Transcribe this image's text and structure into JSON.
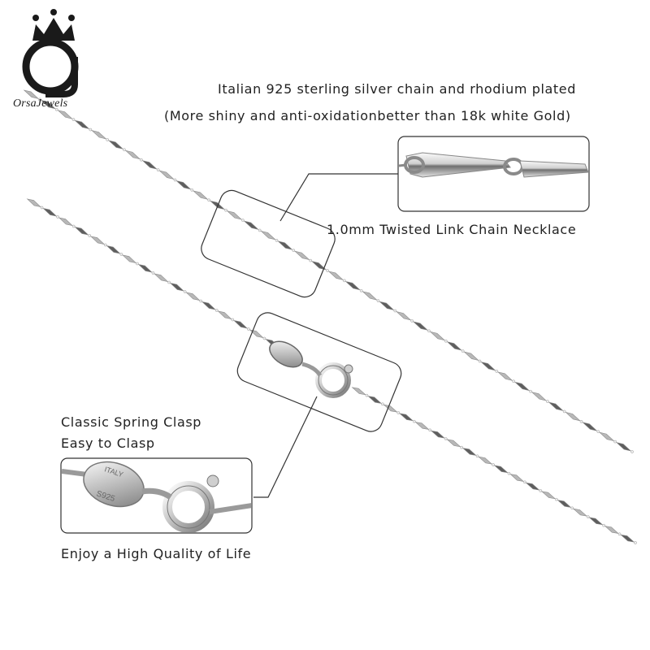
{
  "brand": {
    "name": "OrsaJewels",
    "logo_icon": "crown-oj-logo-icon"
  },
  "headline": {
    "line1": "Italian 925 sterling silver chain and rhodium plated",
    "line2": "(More shiny and anti-oxidationbetter than 18k white Gold)"
  },
  "callouts": {
    "chain": {
      "label": "1.0mm Twisted Link Chain Necklace"
    },
    "clasp": {
      "line1": "Classic Spring Clasp",
      "line2": "Easy to Clasp",
      "tag_top": "ITALY",
      "tag_bottom": "S925"
    }
  },
  "tagline": "Enjoy a High Quality of Life",
  "colors": {
    "text": "#222222",
    "silver_light": "#f2f2f2",
    "silver_dark": "#6d6d6d",
    "outline": "#333333"
  }
}
